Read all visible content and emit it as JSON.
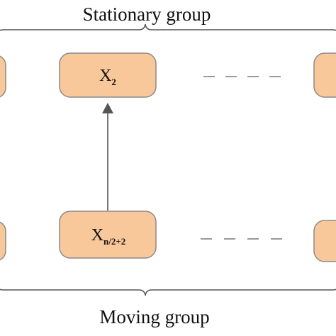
{
  "groups": {
    "stationary": {
      "title": "Stationary group"
    },
    "moving": {
      "title": "Moving group"
    }
  },
  "nodes": {
    "stationary_center": {
      "base": "X",
      "subscript": "2"
    },
    "moving_center": {
      "base": "X",
      "subscript": "n/2+2"
    }
  },
  "colors": {
    "node_fill": "#f9c89a",
    "node_stroke": "#8a8a8a",
    "line": "#555555",
    "dash": "#777777",
    "text": "#111111"
  }
}
